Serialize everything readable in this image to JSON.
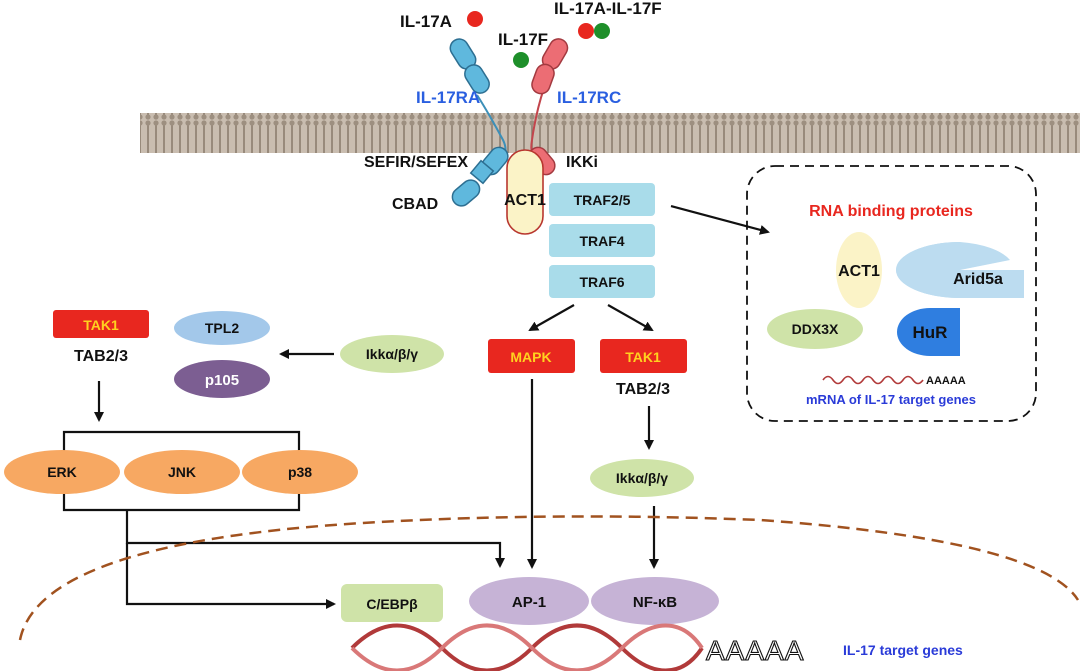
{
  "ligands": {
    "il17a": "IL-17A",
    "il17f": "IL-17F",
    "il17a_il17f": "IL-17A-IL-17F"
  },
  "receptors": {
    "il17ra": "IL-17RA",
    "il17rc": "IL-17RC",
    "sefir": "SEFIR/SEFEX",
    "cbad": "CBAD",
    "ikki": "IKKi",
    "act1": "ACT1"
  },
  "adaptors": {
    "traf25": "TRAF2/5",
    "traf4": "TRAF4",
    "traf6": "TRAF6"
  },
  "left_branch": {
    "tak1": "TAK1",
    "tab23": "TAB2/3",
    "tpl2": "TPL2",
    "p105": "p105",
    "ikk": "Ikkα/β/γ",
    "erk": "ERK",
    "jnk": "JNK",
    "p38": "p38"
  },
  "middle_branch": {
    "mapk": "MAPK",
    "tak1": "TAK1",
    "tab23": "TAB2/3",
    "ikk": "Ikkα/β/γ"
  },
  "nucleus": {
    "cebpb": "C/EBPβ",
    "ap1": "AP-1",
    "nfkb": "NF-κB",
    "target_genes": "IL-17 target genes",
    "polya": "AAAAA"
  },
  "rna_box": {
    "title": "RNA binding proteins",
    "act1": "ACT1",
    "arid5a": "Arid5a",
    "ddx3x": "DDX3X",
    "hur": "HuR",
    "polya": "AAAAA",
    "mrna_label": "mRNA of IL-17 target genes"
  },
  "colors": {
    "red_box": "#e8271f",
    "tak_text": "#ffd21f",
    "traf": "#a9dcea",
    "mapk_orange": "#f7a862",
    "green": "#cfe3a8",
    "purple": "#c6b3d6",
    "receptor_blue": "#5fb8dd",
    "receptor_red": "#ec6d74",
    "label_blue": "#2a5fe0",
    "rna_red": "#e8271f"
  }
}
